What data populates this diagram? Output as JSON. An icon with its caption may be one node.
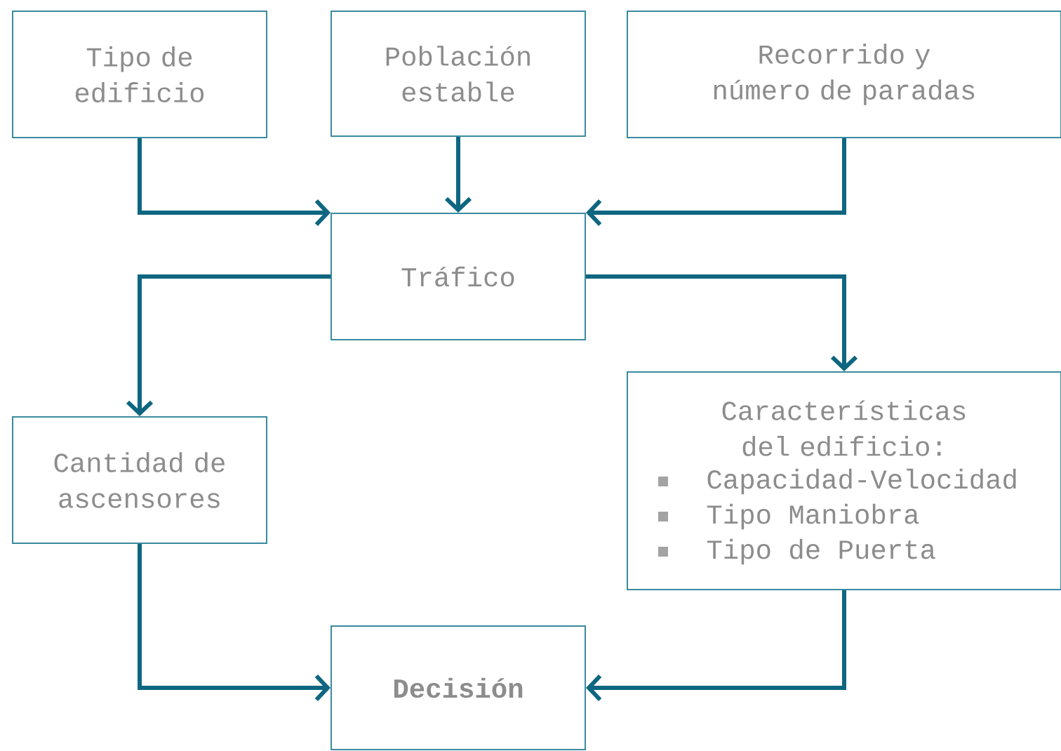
{
  "diagram": {
    "nodes": [
      {
        "text": [
          "Tipo de edificio"
        ]
      },
      {
        "text": [
          "Población estable"
        ]
      },
      {
        "text": [
          "Recorrido y número de paradas"
        ]
      },
      {
        "text": [
          "Tráfico"
        ]
      },
      {
        "text": [
          "Cantidad de ascensores"
        ]
      },
      {
        "text": [
          "Características del edificio:",
          "Capacidad-Velocidad",
          "Tipo Maniobra",
          "Tipo de Puerta"
        ]
      },
      {
        "text": [
          "Decisión"
        ]
      }
    ],
    "edges": [
      {
        "from": 0,
        "to": 3,
        "arrow": "to"
      },
      {
        "from": 1,
        "to": 3,
        "arrow": "to"
      },
      {
        "from": 2,
        "to": 3,
        "arrow": "to"
      },
      {
        "from": 3,
        "to": 4,
        "arrow": "to"
      },
      {
        "from": 3,
        "to": 5,
        "arrow": "to"
      },
      {
        "from": 4,
        "to": 6,
        "arrow": "to"
      },
      {
        "from": 5,
        "to": 6,
        "arrow": "to"
      }
    ]
  }
}
